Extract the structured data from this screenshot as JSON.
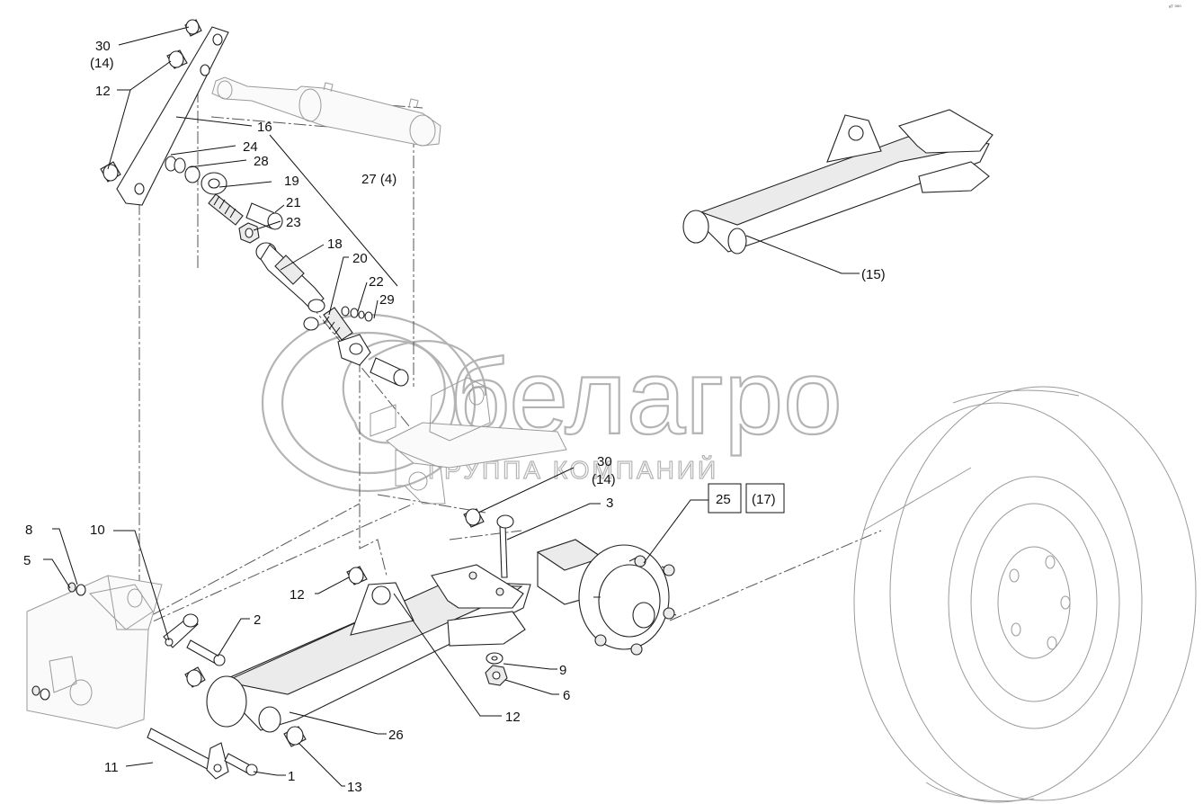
{
  "corner_mark": "ᵃᵀ ⁰⁰⁰",
  "watermark": {
    "brand": "белагро",
    "subtitle": "ГРУППА КОМПАНИЙ"
  },
  "callouts": [
    {
      "id": "c30a",
      "text": "30"
    },
    {
      "id": "c14a",
      "text": "(14)"
    },
    {
      "id": "c12a",
      "text": "12"
    },
    {
      "id": "c16",
      "text": "16"
    },
    {
      "id": "c24",
      "text": "24"
    },
    {
      "id": "c28",
      "text": "28"
    },
    {
      "id": "c27",
      "text": "27 (4)"
    },
    {
      "id": "c19",
      "text": "19"
    },
    {
      "id": "c21",
      "text": "21"
    },
    {
      "id": "c23",
      "text": "23"
    },
    {
      "id": "c18",
      "text": "18"
    },
    {
      "id": "c20",
      "text": "20"
    },
    {
      "id": "c22",
      "text": "22"
    },
    {
      "id": "c29",
      "text": "29"
    },
    {
      "id": "c15",
      "text": "(15)"
    },
    {
      "id": "c30b",
      "text": "30"
    },
    {
      "id": "c14b",
      "text": "(14)"
    },
    {
      "id": "c3",
      "text": "3"
    },
    {
      "id": "c25",
      "text": "25",
      "boxed": true
    },
    {
      "id": "c17",
      "text": "(17)",
      "boxed": true
    },
    {
      "id": "c8",
      "text": "8"
    },
    {
      "id": "c5",
      "text": "5"
    },
    {
      "id": "c10",
      "text": "10"
    },
    {
      "id": "c2",
      "text": "2"
    },
    {
      "id": "c12b",
      "text": "12"
    },
    {
      "id": "c9",
      "text": "9"
    },
    {
      "id": "c6",
      "text": "6"
    },
    {
      "id": "c12c",
      "text": "12"
    },
    {
      "id": "c26",
      "text": "26"
    },
    {
      "id": "c11",
      "text": "11"
    },
    {
      "id": "c1",
      "text": "1"
    },
    {
      "id": "c13",
      "text": "13"
    }
  ]
}
